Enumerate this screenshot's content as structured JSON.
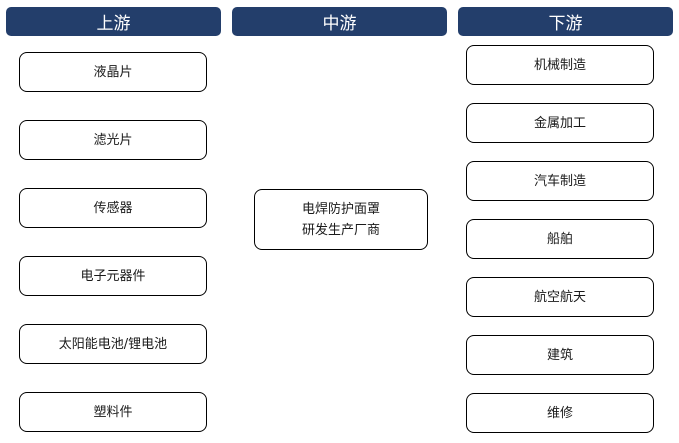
{
  "headers": {
    "upstream": "上游",
    "midstream": "中游",
    "downstream": "下游"
  },
  "upstream_items": [
    "液晶片",
    "滤光片",
    "传感器",
    "电子元器件",
    "太阳能电池/锂电池",
    "塑料件"
  ],
  "midstream_item": {
    "line1": "电焊防护面罩",
    "line2": "研发生产厂商"
  },
  "downstream_items": [
    "机械制造",
    "金属加工",
    "汽车制造",
    "船舶",
    "航空航天",
    "建筑",
    "维修"
  ],
  "colors": {
    "header_bg": "#233e6b",
    "header_text": "#ffffff",
    "box_border": "#000000"
  }
}
